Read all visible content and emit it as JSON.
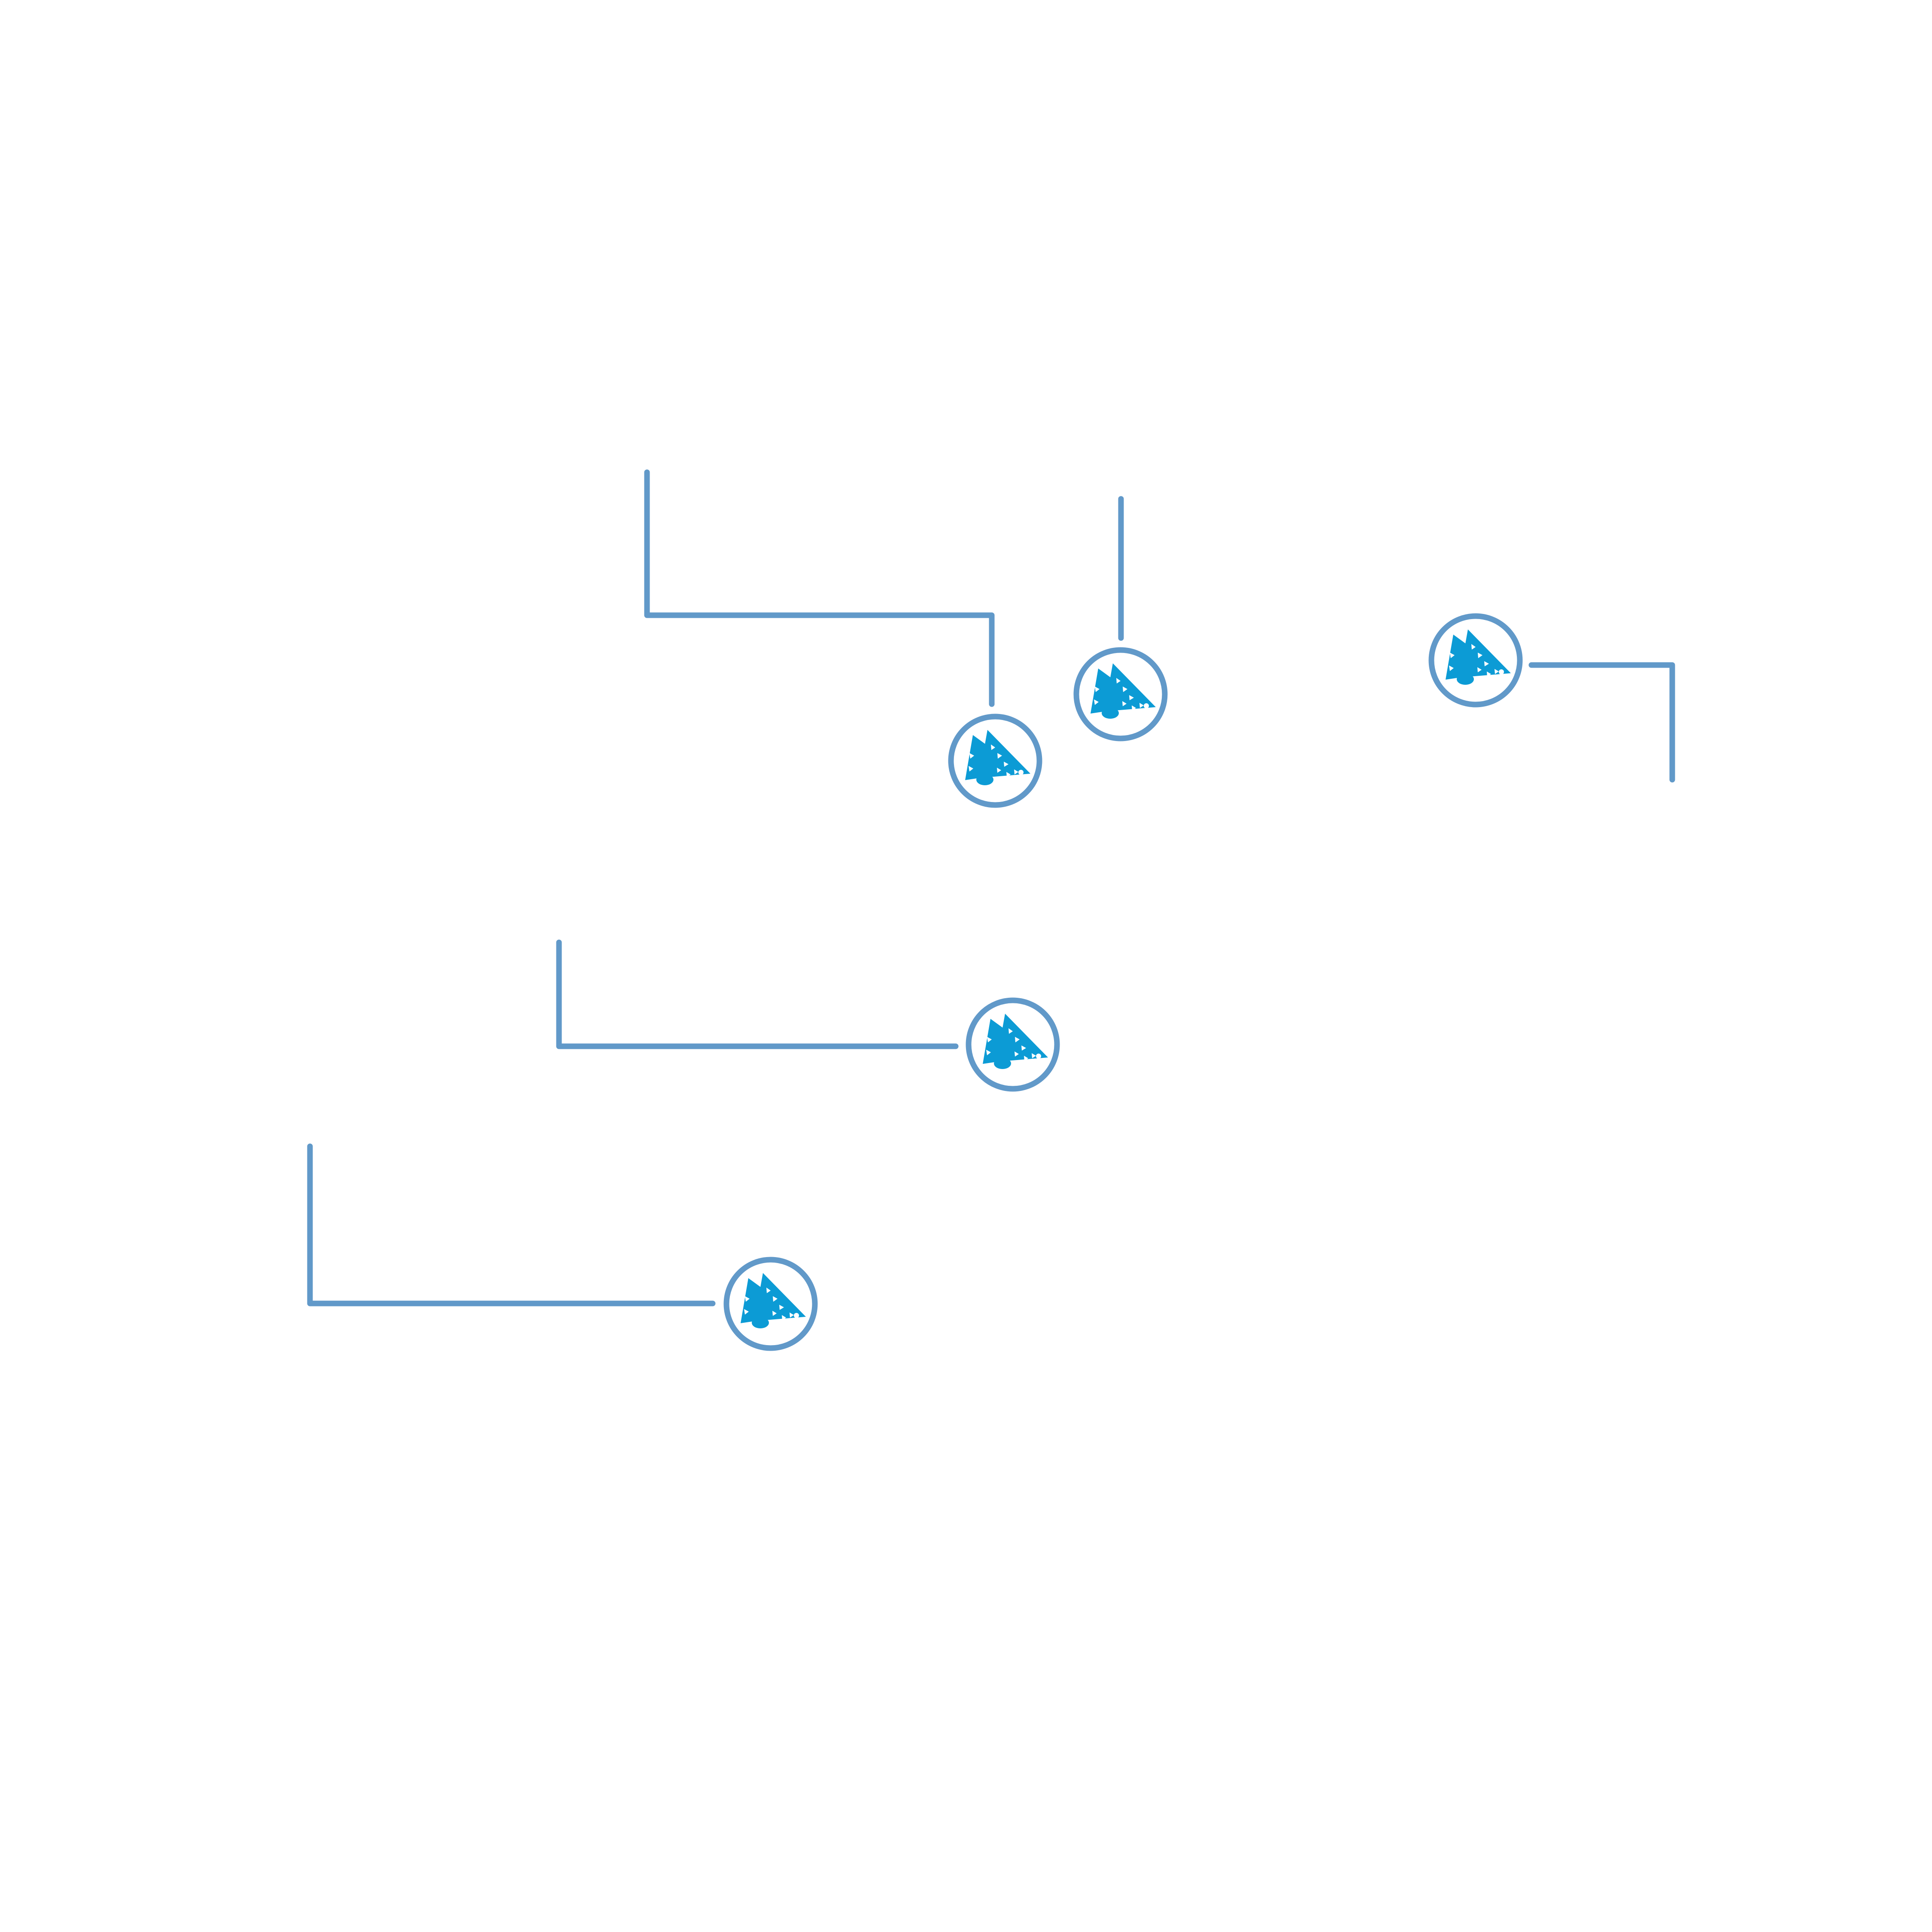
{
  "colors": {
    "background": "#ffffff",
    "leader_line": "#6199c9",
    "marker_ring": "#6199c9",
    "marker_icon": "#0c9bd5"
  },
  "markers": [
    {
      "id": "marker-1",
      "icon": "conifer-forest-icon"
    },
    {
      "id": "marker-2",
      "icon": "conifer-forest-icon"
    },
    {
      "id": "marker-3",
      "icon": "conifer-forest-icon"
    },
    {
      "id": "marker-4",
      "icon": "conifer-forest-icon"
    },
    {
      "id": "marker-5",
      "icon": "conifer-forest-icon"
    }
  ]
}
